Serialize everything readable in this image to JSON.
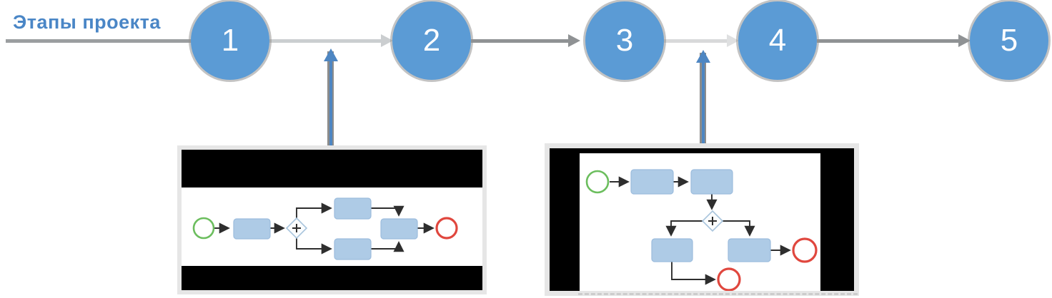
{
  "title": "Этапы проекта",
  "timeline": {
    "stages": [
      "1",
      "2",
      "3",
      "4",
      "5"
    ]
  },
  "panels": {
    "left_diagram": "bpmn-process-with-parallel-split-and-merge",
    "right_diagram": "bpmn-process-with-parallel-split-two-end-events"
  },
  "colors": {
    "accent_blue": "#4a86c6",
    "stage_blue": "#5b9bd5",
    "stage_number_white": "#ffffff",
    "timeline_gray_dark": "#8f9294",
    "timeline_gray_light": "#cbced0",
    "timeline_gray_lighter": "#d8d9da",
    "timeline_gray_start": "#9b9ea0",
    "callout_blue": "#4e86c2",
    "callout_gray": "#8c8c8c",
    "panel_frame": "#e6e6e6",
    "panel_letterbox": "#000000",
    "bpmn_task_fill": "#aecbe6",
    "bpmn_task_stroke": "#9cbcdd",
    "bpmn_gateway_stroke": "#a9c5dd",
    "bpmn_start_green": "#6cbe5e",
    "bpmn_end_red": "#e0473e",
    "bpmn_connector": "#2e2e2e",
    "selection_dash_gray": "#cccccc"
  }
}
